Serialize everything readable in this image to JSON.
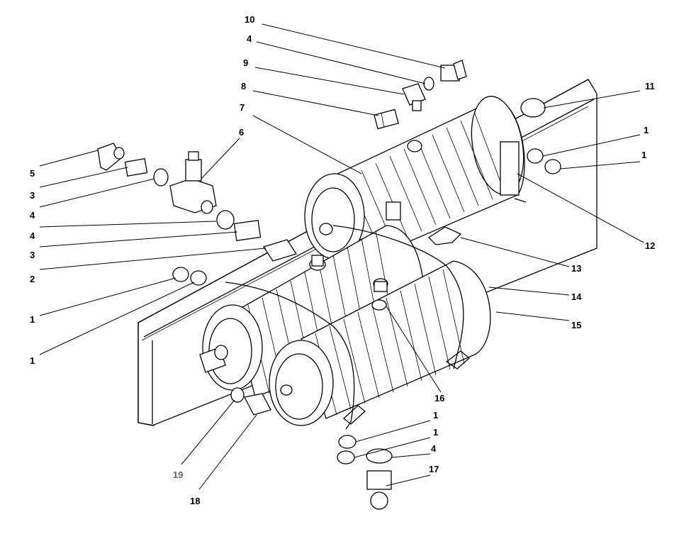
{
  "callouts": [
    {
      "id": "c10",
      "text": "10"
    },
    {
      "id": "c4a",
      "text": "4"
    },
    {
      "id": "c9",
      "text": "9"
    },
    {
      "id": "c8",
      "text": "8"
    },
    {
      "id": "c7",
      "text": "7"
    },
    {
      "id": "c6",
      "text": "6"
    },
    {
      "id": "c5",
      "text": "5"
    },
    {
      "id": "c3a",
      "text": "3"
    },
    {
      "id": "c4b",
      "text": "4"
    },
    {
      "id": "c4c",
      "text": "4"
    },
    {
      "id": "c3b",
      "text": "3"
    },
    {
      "id": "c2",
      "text": "2"
    },
    {
      "id": "c1a",
      "text": "1"
    },
    {
      "id": "c1b",
      "text": "1"
    },
    {
      "id": "c11",
      "text": "11"
    },
    {
      "id": "c1c",
      "text": "1"
    },
    {
      "id": "c1d",
      "text": "1"
    },
    {
      "id": "c12",
      "text": "12"
    },
    {
      "id": "c13",
      "text": "13"
    },
    {
      "id": "c14",
      "text": "14"
    },
    {
      "id": "c15",
      "text": "15"
    },
    {
      "id": "c16",
      "text": "16"
    },
    {
      "id": "c1e",
      "text": "1"
    },
    {
      "id": "c1f",
      "text": "1"
    },
    {
      "id": "c4d",
      "text": "4"
    },
    {
      "id": "c17",
      "text": "17"
    },
    {
      "id": "c19",
      "text": "19"
    },
    {
      "id": "c18",
      "text": "18"
    }
  ],
  "colors": {
    "ink": "#000000",
    "paper": "#ffffff",
    "callout_19": "#666666"
  }
}
